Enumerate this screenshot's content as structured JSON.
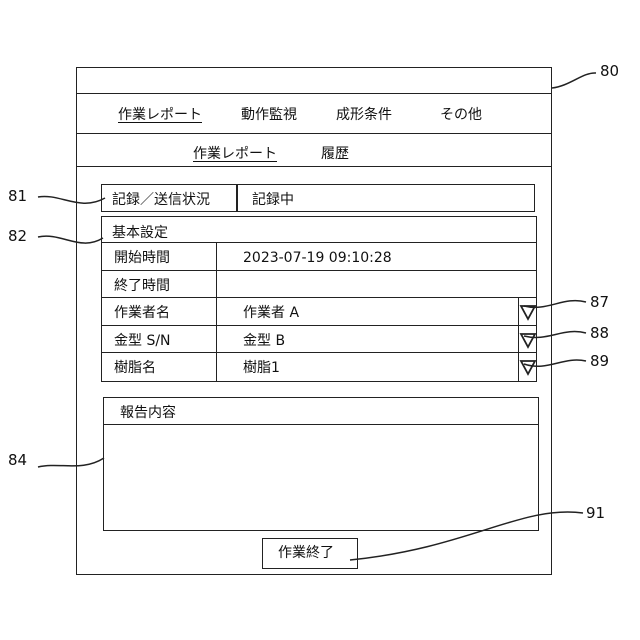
{
  "menu": {
    "tabs": [
      "作業レポート",
      "動作監視",
      "成形条件",
      "その他"
    ],
    "subtabs": [
      "作業レポート",
      "履歴"
    ]
  },
  "status": {
    "label": "記録／送信状況",
    "value": "記録中"
  },
  "basic_settings": {
    "title": "基本設定",
    "rows": [
      {
        "label": "開始時間",
        "value": "2023-07-19 09:10:28"
      },
      {
        "label": "終了時間",
        "value": ""
      },
      {
        "label": "作業者名",
        "value": "作業者 A"
      },
      {
        "label": "金型 S/N",
        "value": "金型 B"
      },
      {
        "label": "樹脂名",
        "value": "樹脂1"
      }
    ]
  },
  "report": {
    "title": "報告内容",
    "content": ""
  },
  "finish_button": {
    "label": "作業終了"
  },
  "reference_numerals": {
    "screen": "80",
    "status_area": "81",
    "basic_settings_area": "82",
    "report_area": "84",
    "operator_dropdown": "87",
    "mold_dropdown": "88",
    "resin_dropdown": "89",
    "finish_button": "91"
  }
}
